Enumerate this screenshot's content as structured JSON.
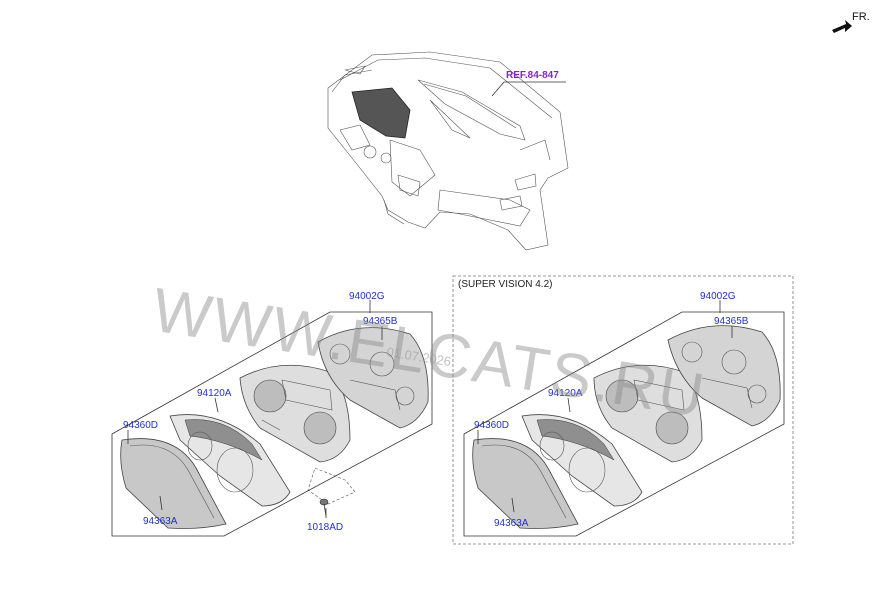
{
  "header": {
    "direction_label": "FR.",
    "ref_label": "REF.84-847"
  },
  "watermark": {
    "text": "WWW.ELCATS.RU",
    "date": "01.07.2026"
  },
  "variant_box": {
    "note": "(SUPER VISION 4.2)"
  },
  "left_group": {
    "parts": {
      "assembly": "94002G",
      "rear_cover": "94365B",
      "gauge": "94120A",
      "case": "94360D",
      "lens": "94363A",
      "screw": "1018AD"
    }
  },
  "right_group": {
    "parts": {
      "assembly": "94002G",
      "rear_cover": "94365B",
      "gauge": "94120A",
      "case": "94360D",
      "lens": "94363A"
    }
  }
}
